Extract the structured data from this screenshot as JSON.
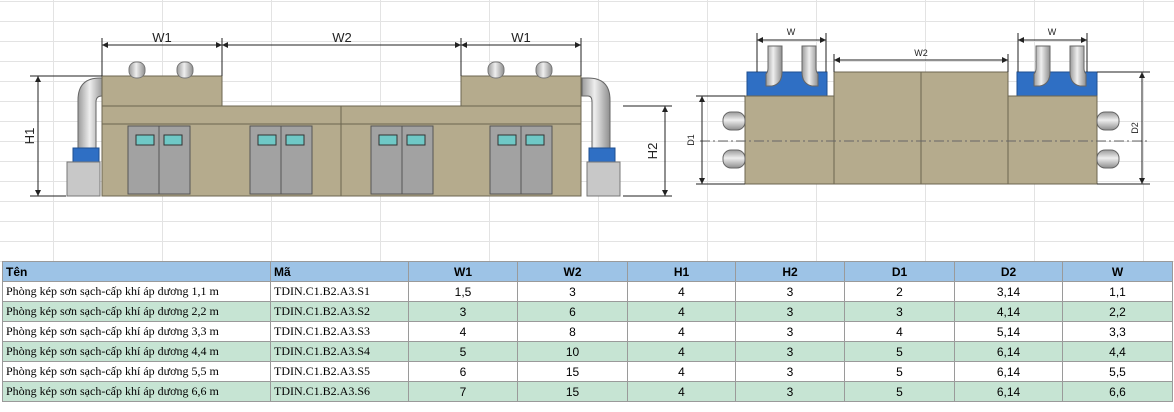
{
  "diagram": {
    "front_labels": {
      "w1_left": "W1",
      "w2": "W2",
      "w1_right": "W1",
      "h1": "H1",
      "h2": "H2"
    },
    "top_labels": {
      "w_left": "W",
      "w2": "W2",
      "w_right": "W",
      "d1": "D1",
      "d2": "D2"
    }
  },
  "table": {
    "headers": [
      "Tên",
      "Mã",
      "W1",
      "W2",
      "H1",
      "H2",
      "D1",
      "D2",
      "W"
    ],
    "rows": [
      [
        "Phòng kép sơn sạch-cấp khí áp dương 1,1 m",
        "TDIN.C1.B2.A3.S1",
        "1,5",
        "3",
        "4",
        "3",
        "2",
        "3,14",
        "1,1"
      ],
      [
        "Phòng kép sơn sạch-cấp khí áp dương 2,2 m",
        "TDIN.C1.B2.A3.S2",
        "3",
        "6",
        "4",
        "3",
        "3",
        "4,14",
        "2,2"
      ],
      [
        "Phòng kép sơn sạch-cấp khí áp dương 3,3 m",
        "TDIN.C1.B2.A3.S3",
        "4",
        "8",
        "4",
        "3",
        "4",
        "5,14",
        "3,3"
      ],
      [
        "Phòng kép sơn sạch-cấp khí áp dương 4,4 m",
        "TDIN.C1.B2.A3.S4",
        "5",
        "10",
        "4",
        "3",
        "5",
        "6,14",
        "4,4"
      ],
      [
        "Phòng kép sơn sạch-cấp khí áp dương 5,5 m",
        "TDIN.C1.B2.A3.S5",
        "6",
        "15",
        "4",
        "3",
        "5",
        "6,14",
        "5,5"
      ],
      [
        "Phòng kép sơn sạch-cấp khí áp dương 6,6 m",
        "TDIN.C1.B2.A3.S6",
        "7",
        "15",
        "4",
        "3",
        "5",
        "6,14",
        "6,6"
      ]
    ]
  },
  "colors": {
    "header_bg": "#9dc3e6",
    "row_alt_bg": "#c6e4d3",
    "wall": "#b5ab8d",
    "blue_band": "#2f6fc4",
    "duct": "#c8c8c8"
  }
}
